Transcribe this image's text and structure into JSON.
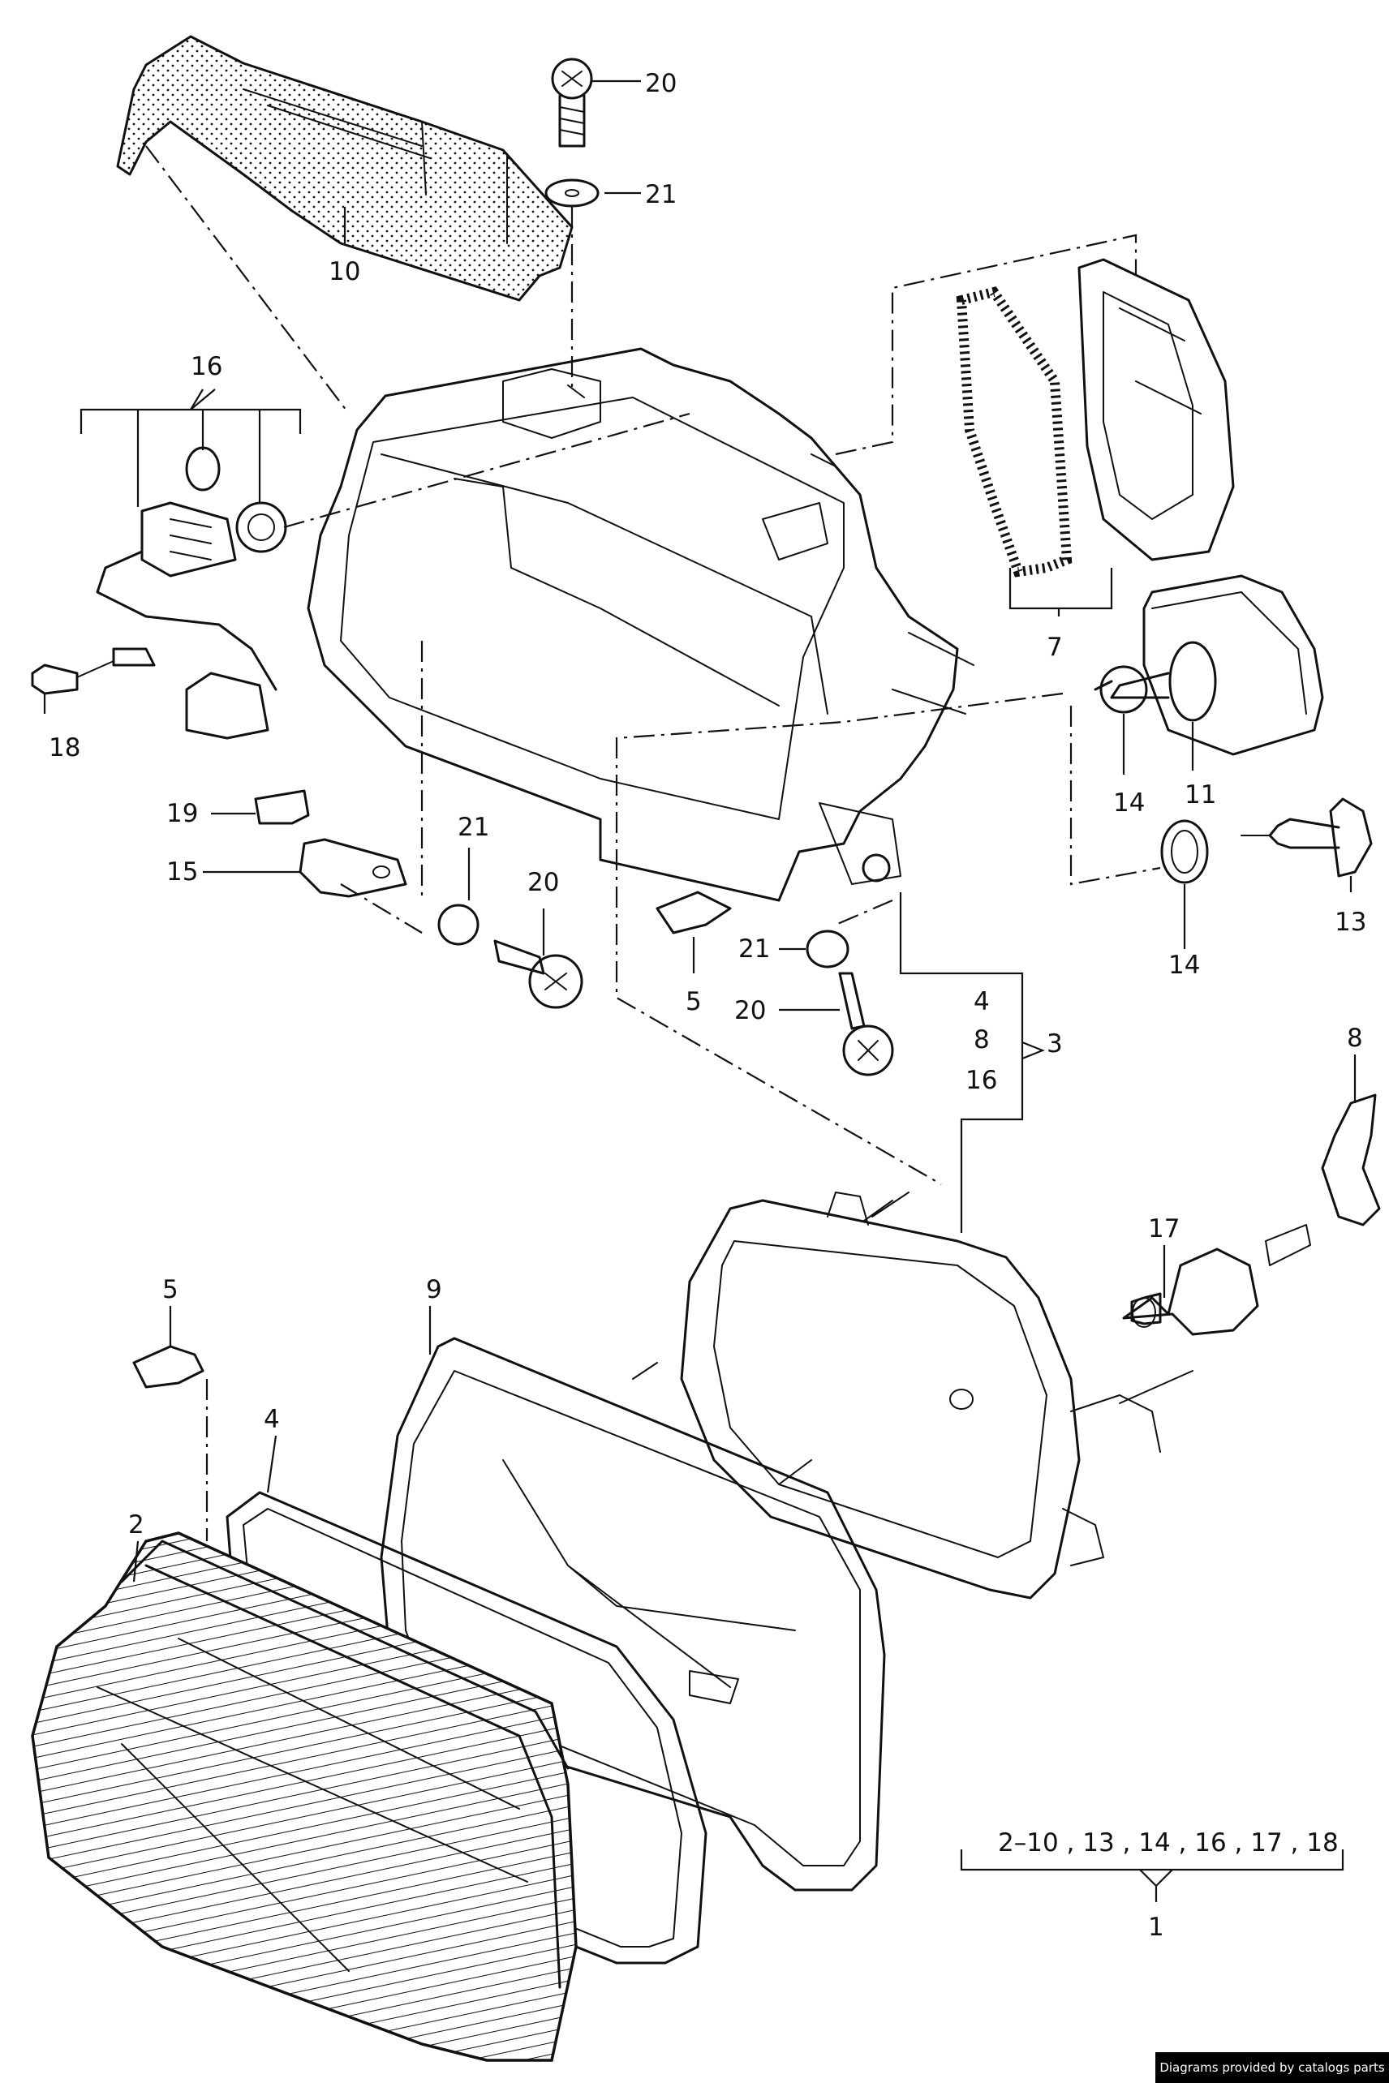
{
  "callouts": [
    {
      "id": "c20a",
      "text": "20"
    },
    {
      "id": "c21a",
      "text": "21"
    },
    {
      "id": "c10",
      "text": "10"
    },
    {
      "id": "c16a",
      "text": "16"
    },
    {
      "id": "c18",
      "text": "18"
    },
    {
      "id": "c7",
      "text": "7"
    },
    {
      "id": "c11",
      "text": "11"
    },
    {
      "id": "c14a",
      "text": "14"
    },
    {
      "id": "c13",
      "text": "13"
    },
    {
      "id": "c14b",
      "text": "14"
    },
    {
      "id": "c19",
      "text": "19"
    },
    {
      "id": "c15",
      "text": "15"
    },
    {
      "id": "c21b",
      "text": "21"
    },
    {
      "id": "c20b",
      "text": "20"
    },
    {
      "id": "c5a",
      "text": "5"
    },
    {
      "id": "c21c",
      "text": "21"
    },
    {
      "id": "c20c",
      "text": "20"
    },
    {
      "id": "c4a",
      "text": "4"
    },
    {
      "id": "c8a",
      "text": "8"
    },
    {
      "id": "c16b",
      "text": "16"
    },
    {
      "id": "c3",
      "text": "3"
    },
    {
      "id": "c8b",
      "text": "8"
    },
    {
      "id": "c17",
      "text": "17"
    },
    {
      "id": "c5b",
      "text": "5"
    },
    {
      "id": "c9",
      "text": "9"
    },
    {
      "id": "c4b",
      "text": "4"
    },
    {
      "id": "c2",
      "text": "2"
    },
    {
      "id": "c1",
      "text": "1"
    }
  ],
  "kit_list": "2–10 , 13 , 14 , 16 , 17 , 18",
  "credit": "Diagrams provided by catalogs parts"
}
